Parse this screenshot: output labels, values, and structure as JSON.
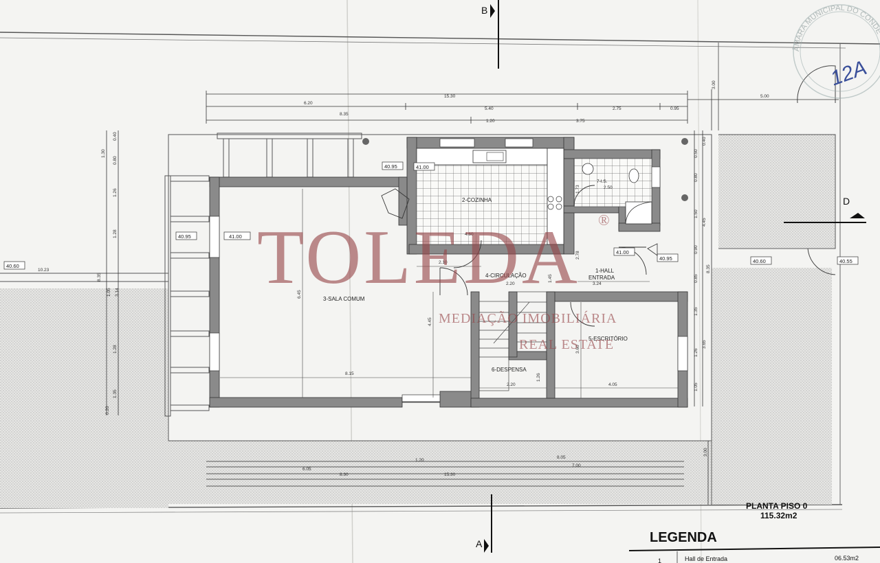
{
  "section_markers": {
    "top": "B",
    "bottom": "A",
    "right": "D"
  },
  "stamp_text": "ÂMARA MUNICIPAL DO CONDE",
  "annotation": "12A",
  "rooms": {
    "hall": "1-HALL ENTRADA",
    "hall_line1": "1-HALL",
    "hall_line2": "ENTRADA",
    "kitchen": "2-COZINHA",
    "living": "3-SALA COMUM",
    "circulation": "4-CIRCULAÇÃO",
    "office": "5-ESCRITÓRIO",
    "pantry": "6-DESPENSA",
    "bathroom": "7-I.S."
  },
  "level_tags": {
    "pergola": "40.95",
    "living": "41.00",
    "terrace": "40.95",
    "kitchen": "41.00",
    "hall": "41.00",
    "entrance": "40.95",
    "left_ground": "40.60",
    "right_ground": "40.60",
    "right_ground_2": "40.55"
  },
  "dimensions": {
    "top_total": "15.30",
    "top_a1": "6.20",
    "top_a2": "5.40",
    "top_a3": "2.75",
    "top_a4": "0.95",
    "top_b1": "8.35",
    "top_b2": "1.20",
    "top_b3": "3.75",
    "top_right_gap": "3.00",
    "top_right_len": "5.00",
    "bottom_total": "15.30",
    "bottom_a1": "6.05",
    "bottom_a2": "1.20",
    "bottom_a3": "8.05",
    "bottom_b1": "8.30",
    "bottom_b2": "7.00",
    "bottom_right_gap": "3.00",
    "left_1": "1.30",
    "left_2": "0.40",
    "left_3": "0.80",
    "left_4": "1.26",
    "left_5": "1.28",
    "left_6": "8.35",
    "left_7": "1.05",
    "left_8": "3.14",
    "left_9": "1.28",
    "left_10": "1.35",
    "left_11": "0.20",
    "left_mid": "10.23",
    "right_1": "0.40",
    "right_2": "0.50",
    "right_3": "0.80",
    "right_4": "1.50",
    "right_5": "0.90",
    "right_6": "4.45",
    "right_7": "0.85",
    "right_8": "8.35",
    "right_9": "1.35",
    "right_10": "3.65",
    "right_11": "1.26",
    "right_12": "1.05",
    "kitchen_w": "4.60",
    "hall_w": "3.24",
    "circ_w": "2.20",
    "circ_w2": "2.10",
    "circ_h": "1.45",
    "hall_h": "2.78",
    "bath_w": "2.50",
    "bath_h": "1.73",
    "living_w": "8.15",
    "living_h": "6.45",
    "living_h2": "4.45",
    "office_w": "4.05",
    "office_h": "3.60",
    "pantry_w": "2.20",
    "pantry_h": "1.26"
  },
  "watermark": {
    "brand": "TOLEDA",
    "registered": "®",
    "line1": "MEDIAÇÃO IMOBILIÁRIA",
    "line2": "REAL ESTATE"
  },
  "plan_title": {
    "name": "PLANTA PISO 0",
    "area": "115.32m2"
  },
  "legend": {
    "title": "LEGENDA",
    "rows": [
      {
        "num": "1",
        "name": "Hall de Entrada",
        "area": "06.53m2"
      }
    ]
  }
}
